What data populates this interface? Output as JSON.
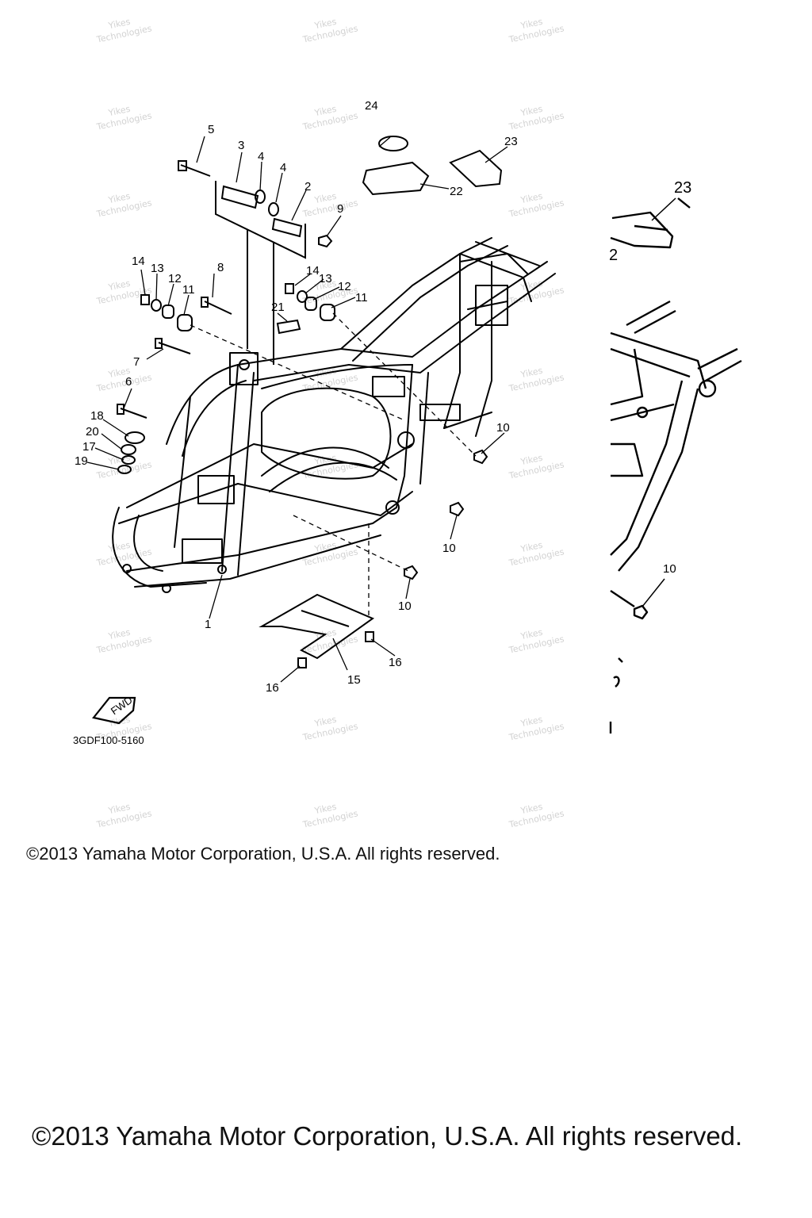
{
  "diagram": {
    "callouts": [
      "1",
      "2",
      "3",
      "4",
      "4",
      "5",
      "6",
      "7",
      "8",
      "9",
      "10",
      "10",
      "10",
      "10",
      "11",
      "11",
      "12",
      "12",
      "13",
      "13",
      "14",
      "14",
      "15",
      "16",
      "16",
      "17",
      "18",
      "19",
      "20",
      "21",
      "22",
      "23",
      "23",
      "24"
    ],
    "inset_partial_label": "2",
    "drawing_code": "3GDF100-5160",
    "fwd_label": "FWD",
    "watermark_lines": [
      "Yikes",
      "Technologies"
    ]
  },
  "footer": {
    "copyright_small": "©2013 Yamaha Motor Corporation, U.S.A. All rights reserved.",
    "copyright_large": "©2013 Yamaha Motor Corporation, U.S.A. All rights reserved."
  }
}
